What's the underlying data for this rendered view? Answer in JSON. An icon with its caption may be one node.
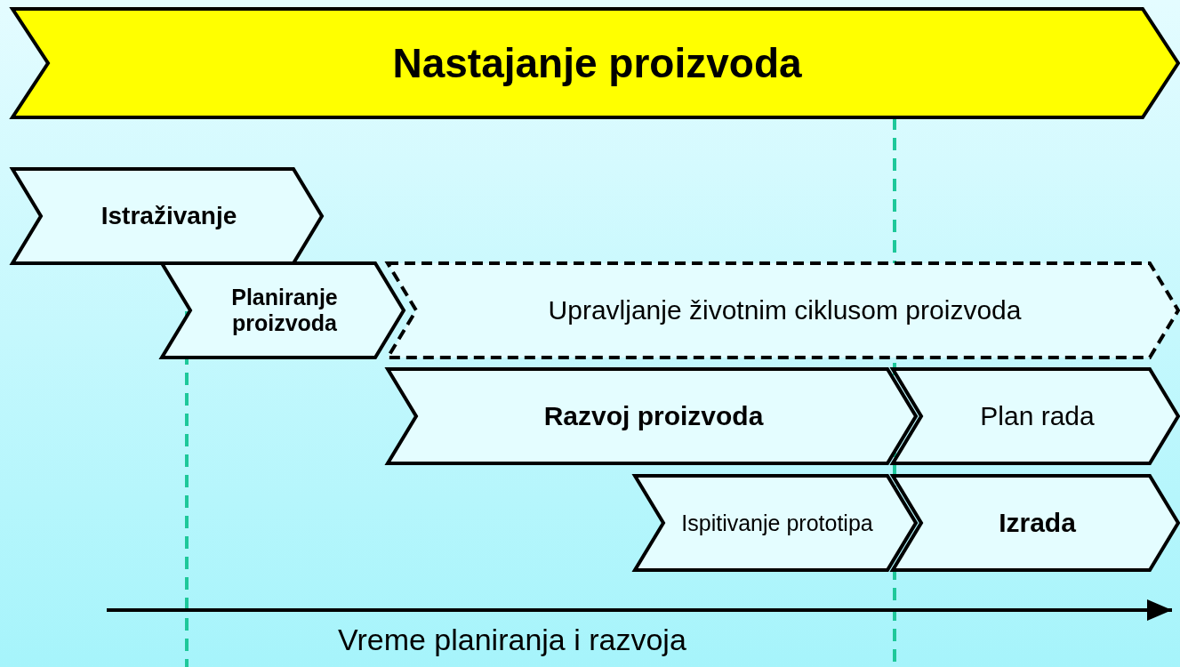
{
  "diagram": {
    "nodes": [
      {
        "text": [
          "Nastajanje proizvoda"
        ]
      },
      {
        "text": [
          "Istraživanje"
        ]
      },
      {
        "text": [
          "Planiranje proizvoda"
        ]
      },
      {
        "text": [
          "Upravljanje životnim ciklusom proizvoda"
        ]
      },
      {
        "text": [
          "Razvoj proizvoda"
        ]
      },
      {
        "text": [
          "Plan rada"
        ]
      },
      {
        "text": [
          "Ispitivanje prototipa"
        ]
      },
      {
        "text": [
          "Izrada"
        ]
      }
    ],
    "labels": [
      "Vreme planiranja i razvoja"
    ]
  }
}
